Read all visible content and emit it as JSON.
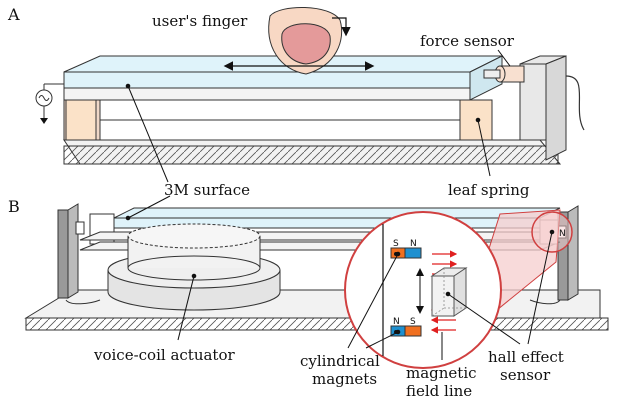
{
  "panels": {
    "a": "A",
    "b": "B"
  },
  "labels": {
    "finger": "user's finger",
    "force_sensor": "force sensor",
    "surface": "3M surface",
    "leaf_spring": "leaf spring",
    "voice_coil_actuator": "voice-coil actuator",
    "cylindrical_line1": "cylindrical",
    "cylindrical_line2": "magnets",
    "field_line1": "magnetic",
    "field_line2": "field line",
    "hall_line1": "hall effect",
    "hall_line2": "sensor"
  },
  "poles": {
    "top_s": "S",
    "top_n": "N",
    "bottom_n": "N",
    "bottom_s": "S",
    "sensor_n": "N"
  },
  "icons": {
    "ac_source": "ac-source-icon",
    "ground": "ground-icon"
  },
  "colors": {
    "pink_fill": "#f5cece",
    "pink_stroke": "#d04040",
    "finger_skin": "#f8d8c4",
    "finger_pad": "#e49a9a",
    "base_fill": "#ececec",
    "surface_fill": "#dff3fa",
    "spring_fill": "#fbe2c8",
    "magnet_blue": "#1e90d0",
    "magnet_orange": "#f07020",
    "field_red": "#e02020"
  }
}
